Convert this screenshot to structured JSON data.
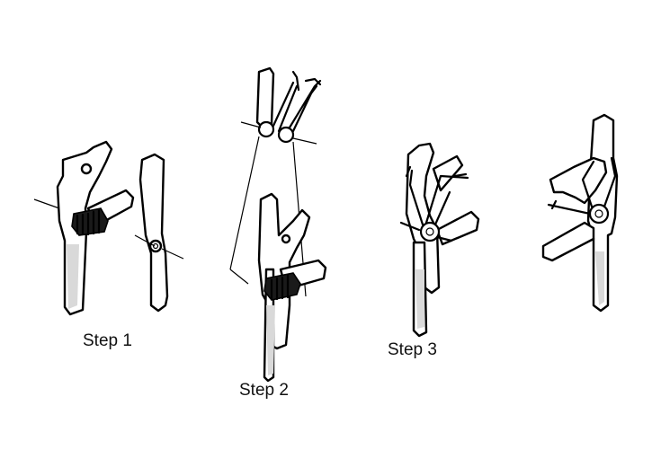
{
  "captions": {
    "step1": "Step 1",
    "step2": "Step 2",
    "step3": "Step 3"
  },
  "colors": {
    "ink": "#000000",
    "paper": "#ffffff"
  }
}
